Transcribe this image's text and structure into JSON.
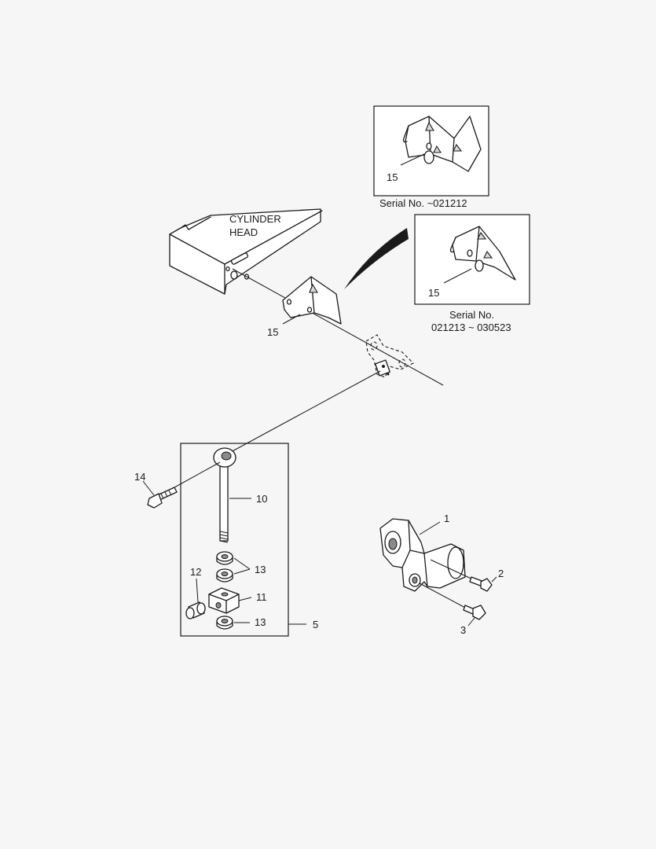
{
  "labels": {
    "cylinder_head_line1": "CYLINDER",
    "cylinder_head_line2": "HEAD",
    "serial_early": "Serial No. ~021212",
    "serial_mid_line1": "Serial No.",
    "serial_mid_line2": "021213 ~ 030523"
  },
  "callouts": {
    "p1": "1",
    "p2": "2",
    "p3": "3",
    "p5": "5",
    "p10": "10",
    "p11": "11",
    "p12": "12",
    "p13a": "13",
    "p13b": "13",
    "p14": "14",
    "p15_main": "15",
    "p15_inset1": "15",
    "p15_inset2": "15"
  }
}
